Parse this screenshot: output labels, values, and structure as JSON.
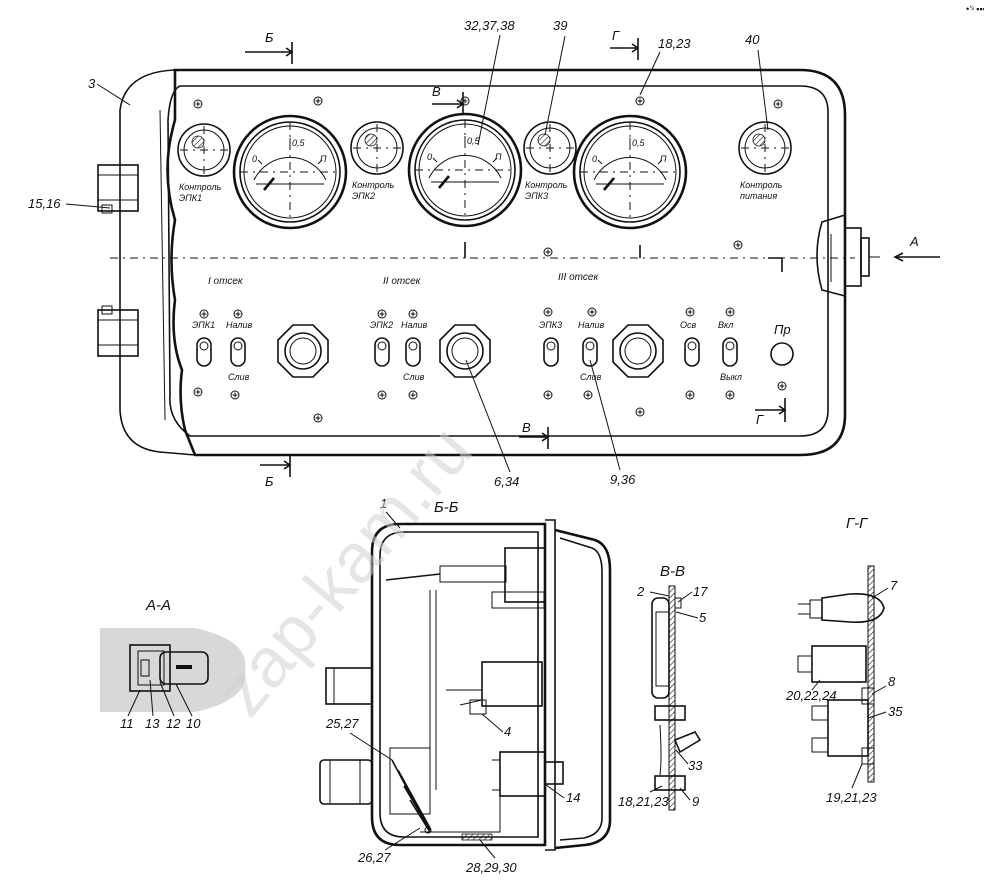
{
  "corner_mark": "•'ˢ ▪▪▪",
  "watermark": "zap-kam.ru",
  "panel": {
    "gauges": [
      {
        "tick_0": "0",
        "tick_mid": "0,5",
        "tick_max": "П"
      },
      {
        "tick_0": "0",
        "tick_mid": "0,5",
        "tick_max": "П"
      },
      {
        "tick_0": "0",
        "tick_mid": "0,5",
        "tick_max": "П"
      }
    ],
    "lamps": [
      {
        "label_1": "Контроль",
        "label_2": "ЭПК1"
      },
      {
        "label_1": "Контроль",
        "label_2": "ЭПК2"
      },
      {
        "label_1": "Контроль",
        "label_2": "ЭПК3"
      },
      {
        "label_1": "Контроль",
        "label_2": "питания"
      }
    ],
    "compartments": [
      "I отсек",
      "II отсек",
      "III отсек"
    ],
    "switches": [
      {
        "top": "ЭПК1",
        "bottom": ""
      },
      {
        "top": "Налив",
        "bottom": "Слив"
      },
      {
        "top": "ЭПК2",
        "bottom": ""
      },
      {
        "top": "Налив",
        "bottom": "Слив"
      },
      {
        "top": "ЭПК3",
        "bottom": ""
      },
      {
        "top": "Налив",
        "bottom": "Слив"
      },
      {
        "top": "Осв",
        "bottom": ""
      },
      {
        "top": "Вкл",
        "bottom": "Выкл"
      }
    ],
    "button_label": "Пр"
  },
  "callouts": {
    "c3": "3",
    "c15_16": "15,16",
    "b_top": "Б",
    "b_bottom": "Б",
    "v_top": "В",
    "v_bottom": "В",
    "g_top": "Г",
    "g_bottom": "Г",
    "a_arrow": "А",
    "c32_37_38": "32,37,38",
    "c39": "39",
    "c18_23": "18,23",
    "c40": "40",
    "c6_34": "6,34",
    "c9_36": "9,36"
  },
  "sections": {
    "aa": {
      "title": "А-А",
      "labels": [
        "11",
        "13",
        "12",
        "10"
      ]
    },
    "bb": {
      "title": "Б-Б",
      "labels": [
        "1",
        "25,27",
        "4",
        "14",
        "26,27",
        "28,29,30"
      ]
    },
    "vv": {
      "title": "В-В",
      "labels": [
        "2",
        "17",
        "5",
        "33",
        "18,21,23",
        "9"
      ]
    },
    "gg": {
      "title": "Г-Г",
      "labels": [
        "7",
        "20,22,24",
        "8",
        "35",
        "19,21,23"
      ]
    }
  }
}
